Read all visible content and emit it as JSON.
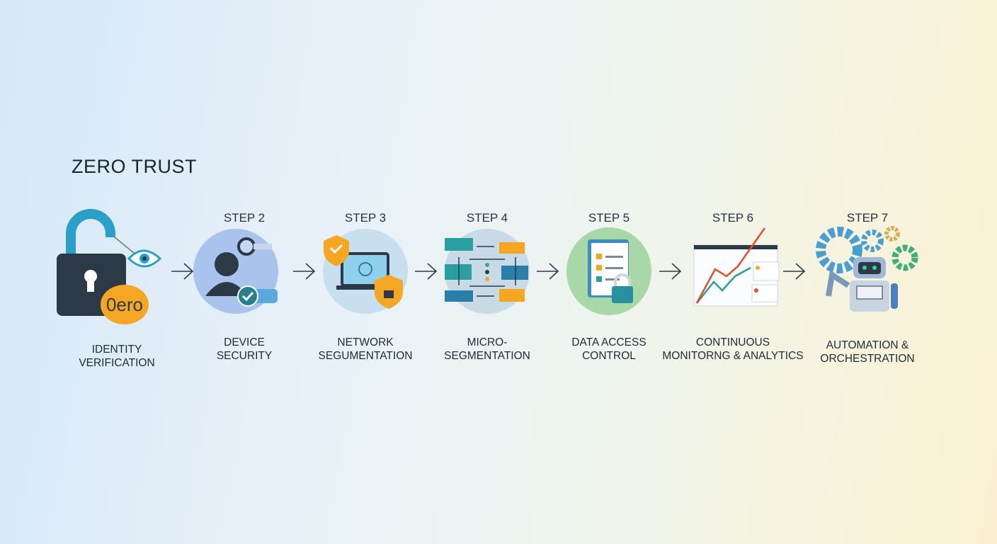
{
  "title": "ZERO TRUST",
  "steps": [
    {
      "step_label": "",
      "line1": "IDENTITY",
      "line2": "VERIFICATION",
      "badge_text": "0ero"
    },
    {
      "step_label": "STEP 2",
      "line1": "DEVICE",
      "line2": "SECURITY"
    },
    {
      "step_label": "STEP 3",
      "line1": "NETWORK",
      "line2": "SEGUMENTATION"
    },
    {
      "step_label": "STEP 4",
      "line1": "MICRO-",
      "line2": "SEGMENTATION"
    },
    {
      "step_label": "STEP 5",
      "line1": "DATA ACCESS",
      "line2": "CONTROL"
    },
    {
      "step_label": "STEP 6",
      "line1": "CONTINUOUS",
      "line2": "MONITORNG & ANALYTICS"
    },
    {
      "step_label": "STEP 7",
      "line1": "AUTOMATION &",
      "line2": "ORCHESTRATION"
    }
  ],
  "colors": {
    "teal": "#2a9fc9",
    "orange": "#f5a623",
    "dark": "#2c3a48",
    "green": "#3bb07a",
    "red": "#e0502a"
  }
}
